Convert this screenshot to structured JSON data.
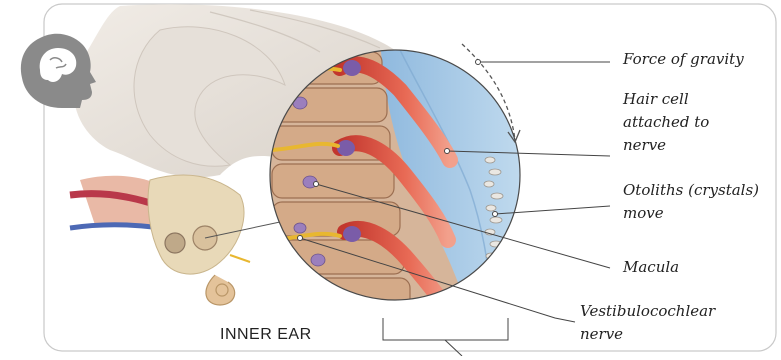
{
  "labels": {
    "force_of_gravity": "Force of gravity",
    "hair_cell_1": "Hair cell",
    "hair_cell_2": "attached to",
    "hair_cell_3": "nerve",
    "otoliths_1": "Otoliths (crystals)",
    "otoliths_2": "move",
    "macula": "Macula",
    "vestibulocochlear_1": "Vestibulocochlear",
    "vestibulocochlear_2": "nerve",
    "inner_ear": "INNER EAR"
  },
  "icons": {
    "brain_head_icon": "head-profile-with-brain-icon"
  },
  "colors": {
    "frame_border": "#c9c9c9",
    "icon_gray": "#8a8a8a",
    "tissue_blue": "#a9cbe6",
    "cell_tan": "#c9a88a",
    "hair_cell_red": "#e0584b",
    "nerve_yellow": "#e8b730"
  }
}
